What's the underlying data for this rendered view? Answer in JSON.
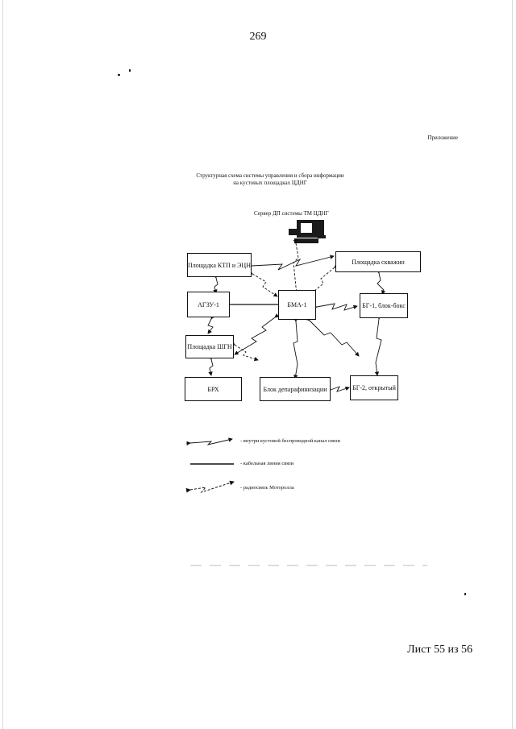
{
  "page_number": "269",
  "appendix_label": "Приложение",
  "title": {
    "line1": "Структурная схема системы управления и сбора информации",
    "line2": "на кустовых площадках ЦДНГ"
  },
  "server_label": "Сервер ДП системы ТМ ЦДНГ",
  "blocks": {
    "ktp": "Площадка КТП и ЭЦН",
    "well": "Площадка скважин",
    "agzu": "АГЗУ-1",
    "bma": "БМА-1",
    "bg1": "БГ-1, блок-бокс",
    "shgn": "Площадка ШГН",
    "brh": "БРХ",
    "deparaf": "Блок депарафинизации",
    "bg2": "БГ-2, открытый"
  },
  "legend": {
    "wireless": "- внутри кустовой беспроводной канал связи",
    "cable": "- кабельная линия связи",
    "radio": "- радиосвязь Моторолла"
  },
  "sheet_label": "Лист 55 из 56"
}
